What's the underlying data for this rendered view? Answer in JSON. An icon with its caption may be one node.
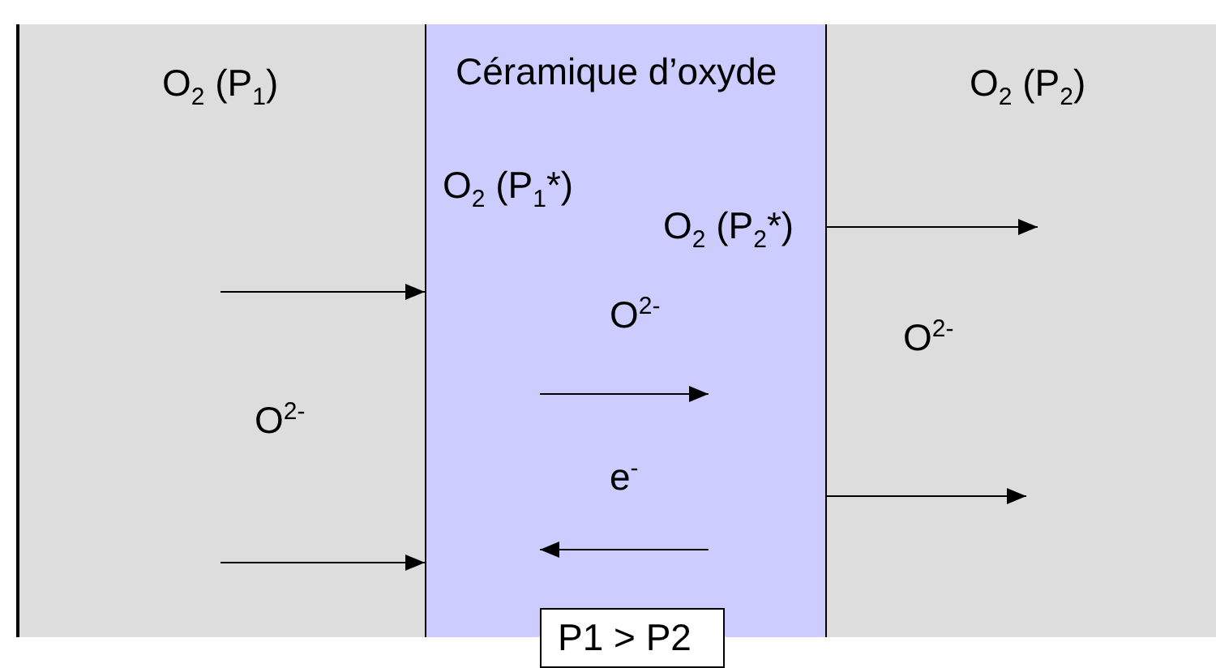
{
  "diagram": {
    "nodes": [
      {
        "text": [
          "O$_{2}$ (P$_{1}$)",
          "O$^{2-}$"
        ]
      },
      {
        "text": [
          "Céramique d’oxyde",
          "O$_{2}$ (P$_{1}$*)",
          "O$_{2}$ (P$_{2}$*)",
          "O$^{2-}$",
          "e$^{-}$"
        ]
      },
      {
        "text": [
          "O$_{2}$ (P$_{2}$)",
          "O$^{2-}$"
        ]
      },
      {
        "text": [
          "P1 > P2"
        ]
      }
    ],
    "edges": [
      {
        "from": 0,
        "to": 1,
        "arrow": "to"
      },
      {
        "from": 0,
        "to": 1,
        "arrow": "to"
      },
      {
        "from": 1,
        "to": 2,
        "arrow": "to"
      },
      {
        "from": 1,
        "to": 2,
        "arrow": "to"
      }
    ]
  }
}
